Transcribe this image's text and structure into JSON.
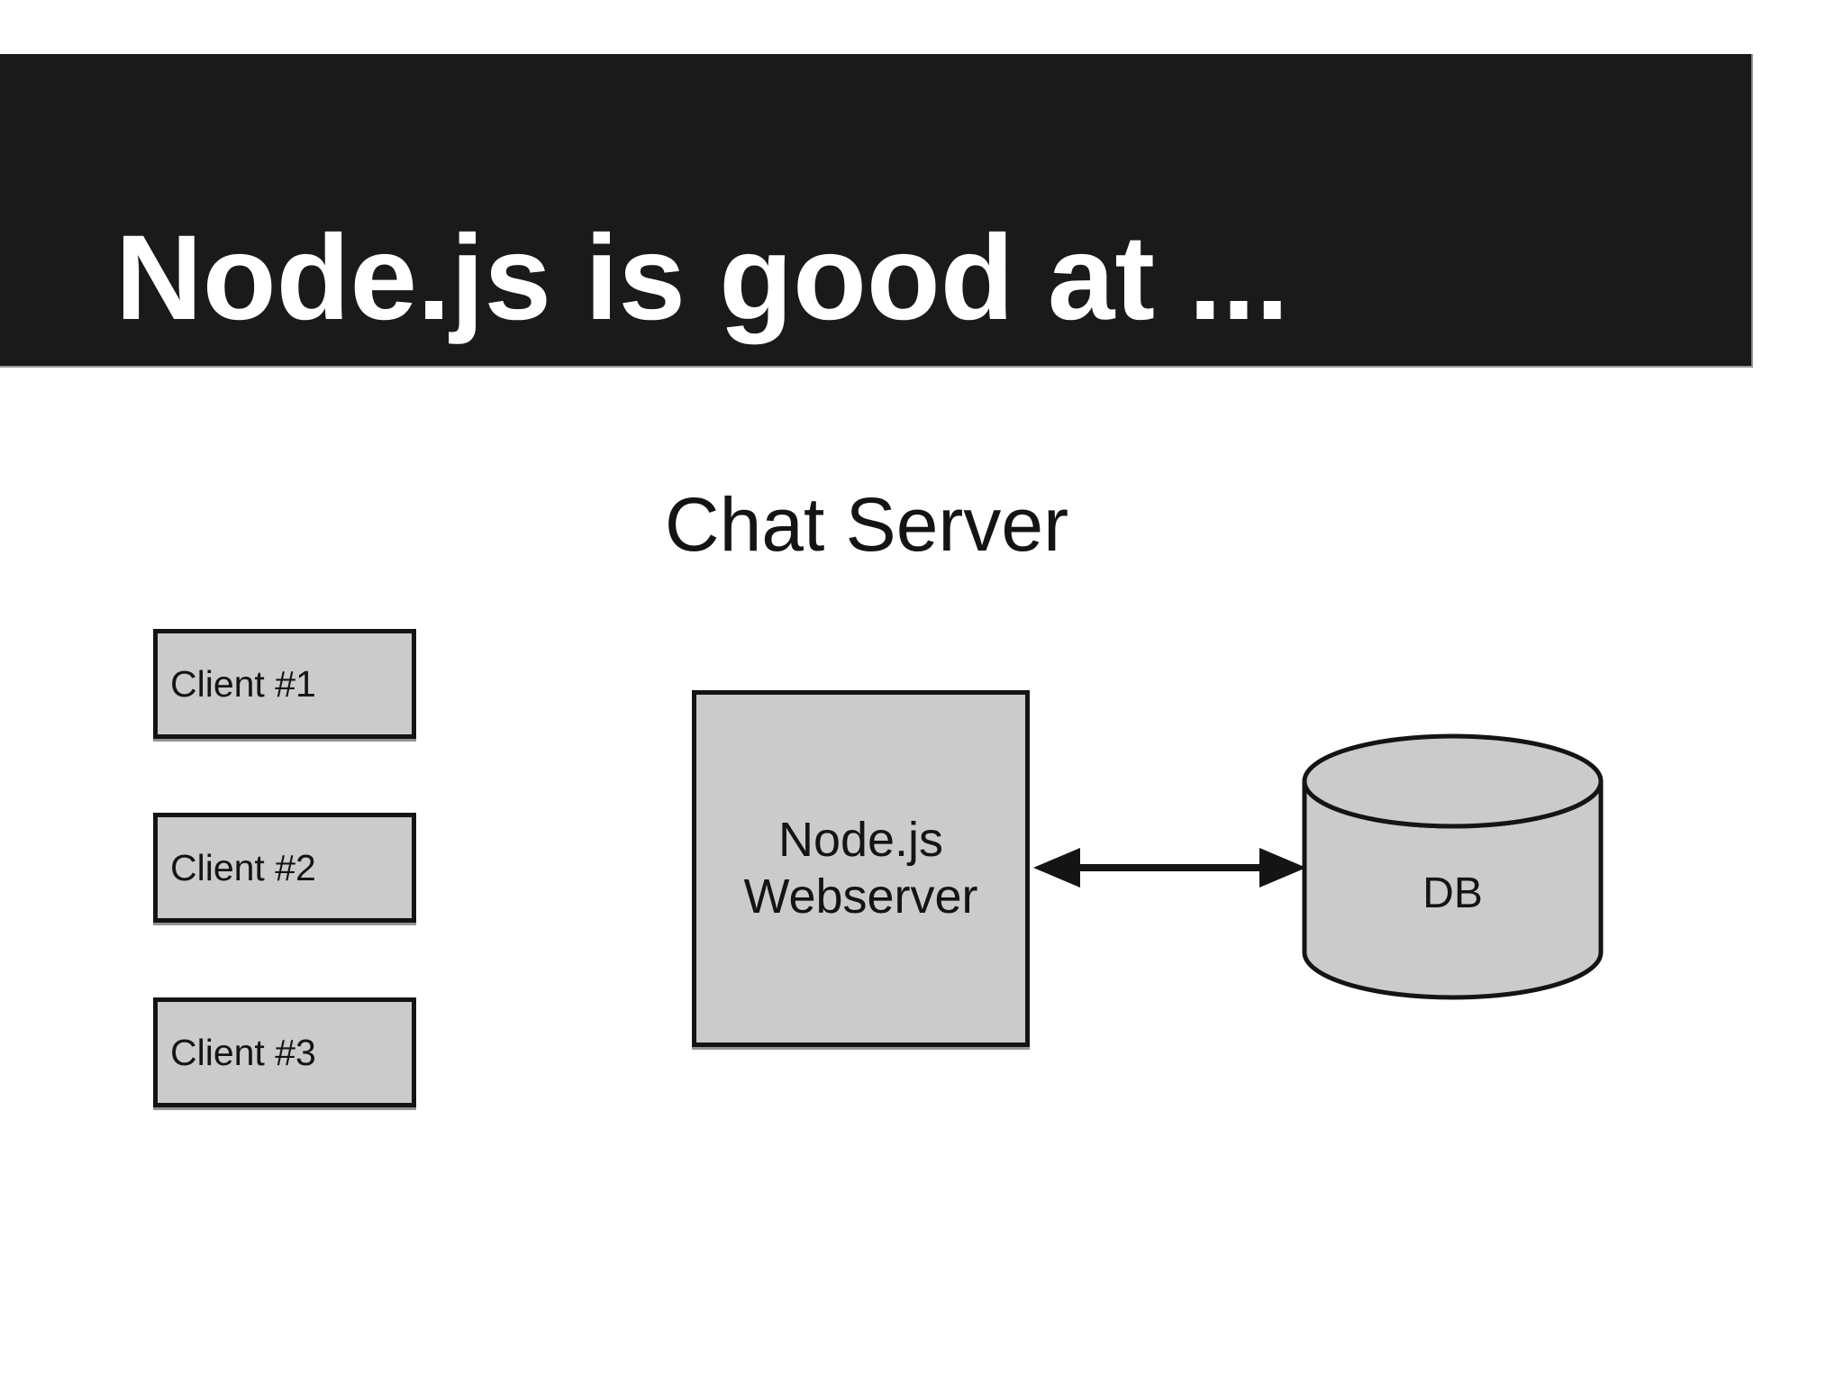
{
  "slide": {
    "title": "Node.js is good at ...",
    "diagram_title": "Chat Server"
  },
  "diagram": {
    "clients": [
      {
        "label": "Client #1"
      },
      {
        "label": "Client #2"
      },
      {
        "label": "Client #3"
      }
    ],
    "server": {
      "line1": "Node.js",
      "line2": "Webserver"
    },
    "database": {
      "label": "DB"
    },
    "connection": {
      "type": "bidirectional-arrow",
      "from": "Node.js Webserver",
      "to": "DB"
    }
  },
  "colors": {
    "page_bg": "#ffffff",
    "header_bg": "#1a1a1a",
    "header_text": "#ffffff",
    "box_fill": "#cbcbcb",
    "box_border": "#141414",
    "text": "#141414",
    "arrow": "#141414"
  }
}
